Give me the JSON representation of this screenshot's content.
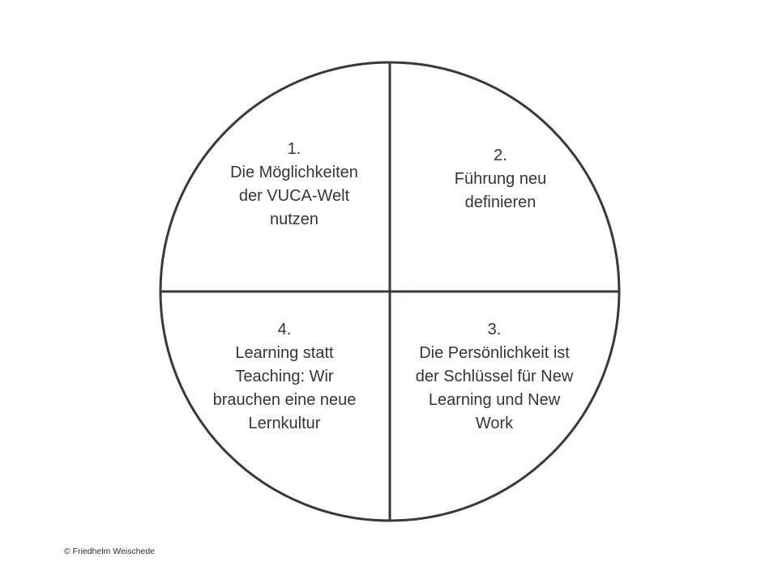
{
  "diagram": {
    "colors": {
      "stroke": "#3f3731",
      "text": "#3a3430",
      "background": "#ffffff"
    },
    "quadrants": [
      {
        "number": "1.",
        "text": "Die Möglichkeiten\nder VUCA-Welt\nnutzen"
      },
      {
        "number": "2.",
        "text": "Führung neu\ndefinieren"
      },
      {
        "number": "3.",
        "text": "Die Persönlichkeit ist\nder Schlüssel für New\nLearning und New\nWork"
      },
      {
        "number": "4.",
        "text": "Learning statt\nTeaching: Wir\nbrauchen eine neue\nLernkultur"
      }
    ]
  },
  "footer": {
    "copyright": "© Friedhelm Weischede"
  }
}
